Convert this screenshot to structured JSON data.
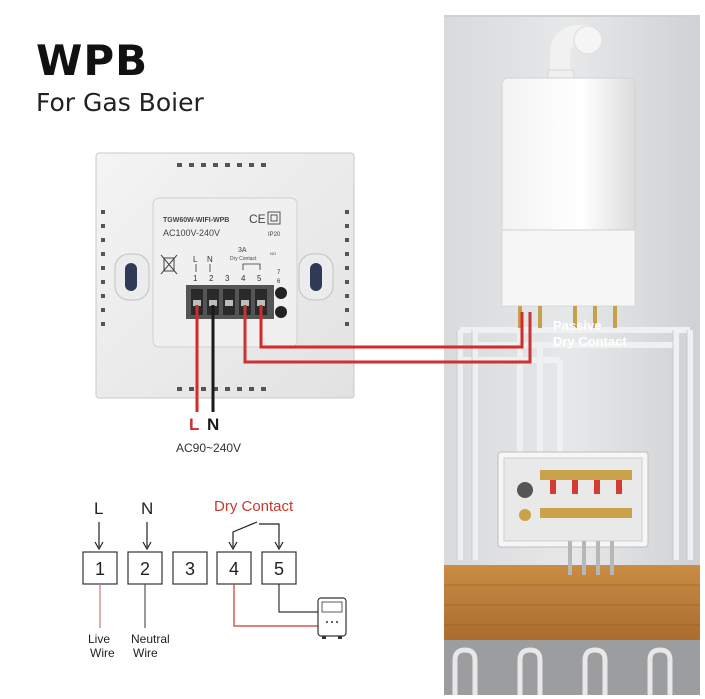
{
  "header": {
    "title": "WPB",
    "subtitle": "For Gas Boier"
  },
  "device": {
    "model": "TGW60W-WIFI-WPB",
    "ce_mark": "CE",
    "voltage": "AC100V-240V",
    "ip_rating": "IP20",
    "current": "3A",
    "dry_contact_small": "Dry Contact",
    "terminal_top_labels": [
      "L",
      "N",
      "",
      "",
      "",
      "",
      "6",
      "7"
    ],
    "terminal_numbers": [
      "1",
      "2",
      "3",
      "4",
      "5"
    ],
    "no_label": "NO"
  },
  "power": {
    "l": "L",
    "n": "N",
    "range": "AC90~240V"
  },
  "boiler": {
    "passive_line1": "Passive",
    "passive_line2": "Dry Contact"
  },
  "schematic": {
    "l_label": "L",
    "n_label": "N",
    "dry_contact": "Dry Contact",
    "terminals": [
      "1",
      "2",
      "3",
      "4",
      "5"
    ],
    "live_line1": "Live",
    "live_line2": "Wire",
    "neutral_line1": "Neutral",
    "neutral_line2": "Wire"
  },
  "colors": {
    "red": "#d42a2a",
    "dark": "#1a1a1a",
    "red_text": "#c83a2c"
  }
}
